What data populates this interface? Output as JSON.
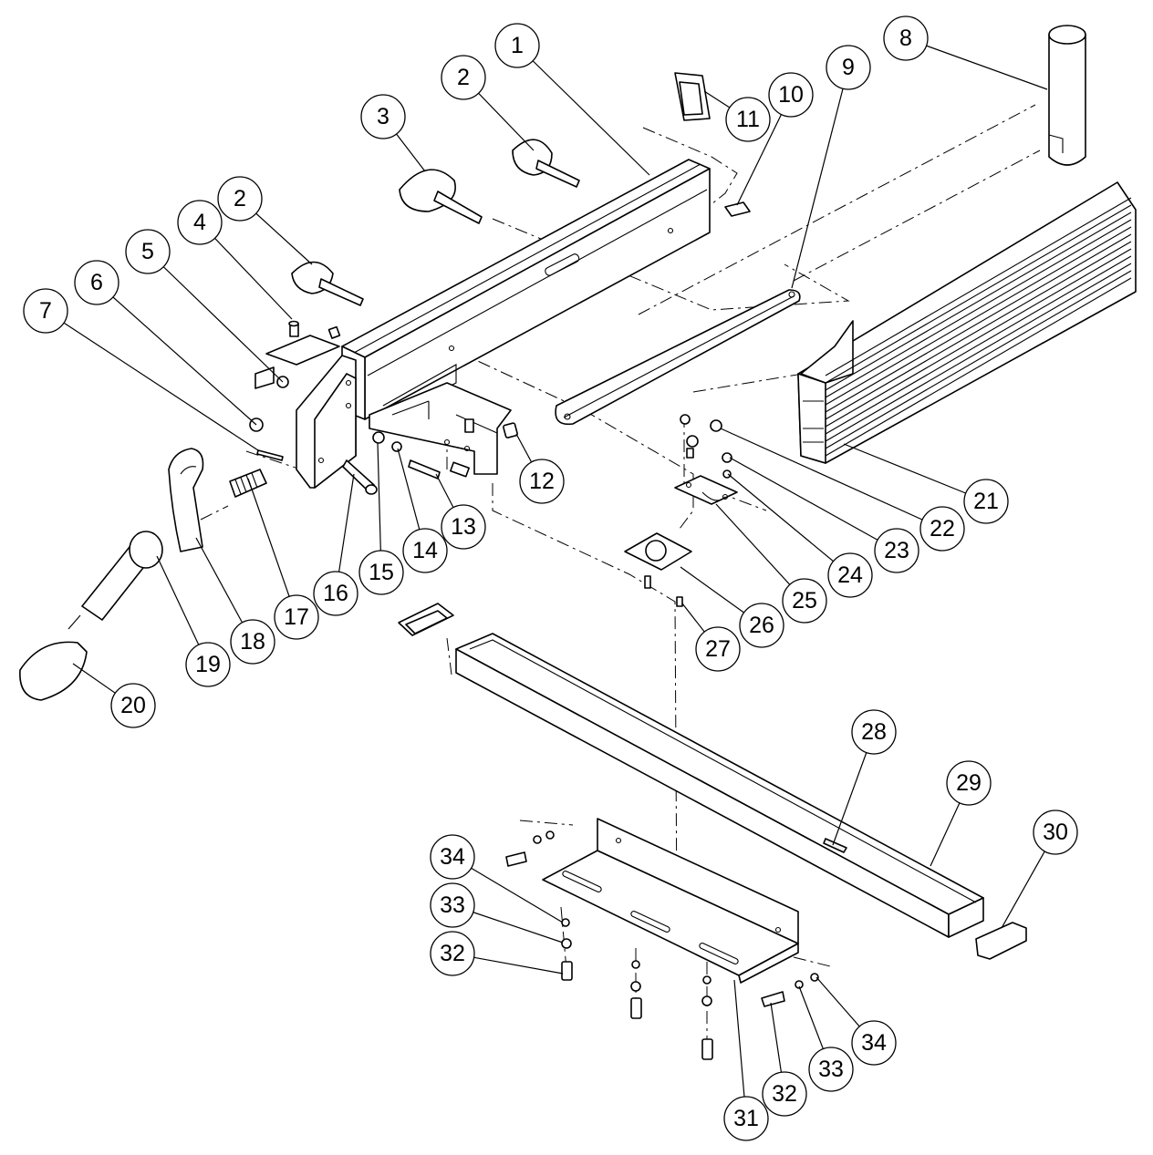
{
  "diagram": {
    "callouts": [
      {
        "id": "c1",
        "label": "1"
      },
      {
        "id": "c2a",
        "label": "2"
      },
      {
        "id": "c2b",
        "label": "2"
      },
      {
        "id": "c3",
        "label": "3"
      },
      {
        "id": "c4",
        "label": "4"
      },
      {
        "id": "c5",
        "label": "5"
      },
      {
        "id": "c6",
        "label": "6"
      },
      {
        "id": "c7",
        "label": "7"
      },
      {
        "id": "c8",
        "label": "8"
      },
      {
        "id": "c9",
        "label": "9"
      },
      {
        "id": "c10",
        "label": "10"
      },
      {
        "id": "c11",
        "label": "11"
      },
      {
        "id": "c12",
        "label": "12"
      },
      {
        "id": "c13",
        "label": "13"
      },
      {
        "id": "c14",
        "label": "14"
      },
      {
        "id": "c15",
        "label": "15"
      },
      {
        "id": "c16",
        "label": "16"
      },
      {
        "id": "c17",
        "label": "17"
      },
      {
        "id": "c18",
        "label": "18"
      },
      {
        "id": "c19",
        "label": "19"
      },
      {
        "id": "c20",
        "label": "20"
      },
      {
        "id": "c21",
        "label": "21"
      },
      {
        "id": "c22",
        "label": "22"
      },
      {
        "id": "c23",
        "label": "23"
      },
      {
        "id": "c24",
        "label": "24"
      },
      {
        "id": "c25",
        "label": "25"
      },
      {
        "id": "c26",
        "label": "26"
      },
      {
        "id": "c27",
        "label": "27"
      },
      {
        "id": "c28",
        "label": "28"
      },
      {
        "id": "c29",
        "label": "29"
      },
      {
        "id": "c30",
        "label": "30"
      },
      {
        "id": "c31",
        "label": "31"
      },
      {
        "id": "c32a",
        "label": "32"
      },
      {
        "id": "c32b",
        "label": "32"
      },
      {
        "id": "c33a",
        "label": "33"
      },
      {
        "id": "c33b",
        "label": "33"
      },
      {
        "id": "c34a",
        "label": "34"
      },
      {
        "id": "c34b",
        "label": "34"
      }
    ]
  }
}
